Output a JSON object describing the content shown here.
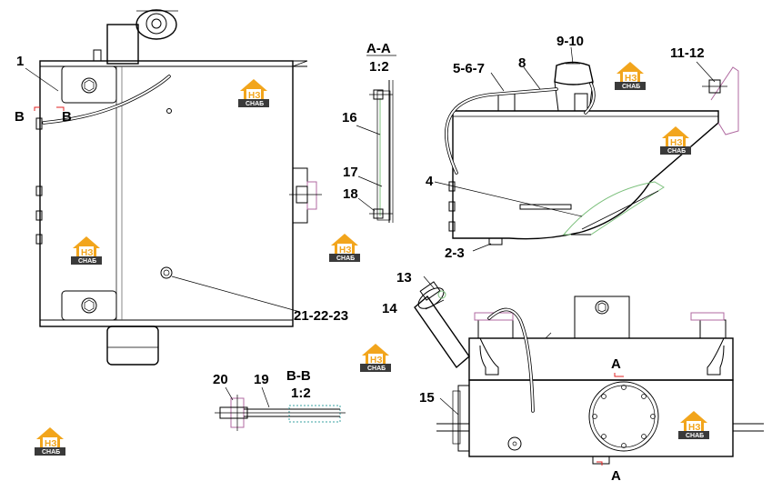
{
  "callouts": {
    "c1": "1",
    "c2_3": "2-3",
    "c4": "4",
    "c5_6_7": "5-6-7",
    "c8": "8",
    "c9_10": "9-10",
    "c11_12": "11-12",
    "c13": "13",
    "c14": "14",
    "c15": "15",
    "c16": "16",
    "c17": "17",
    "c18": "18",
    "c19": "19",
    "c20": "20",
    "c21_22_23": "21-22-23"
  },
  "section_marks": {
    "b_left": "B",
    "b_right": "B",
    "a_top": "A",
    "a_bottom": "A"
  },
  "section_views": {
    "aa_title": "A-A",
    "aa_scale": "1:2",
    "bb_title": "B-B",
    "bb_scale": "1:2"
  },
  "watermark": {
    "mark": "НЗ",
    "word": "СНАБ"
  },
  "colors": {
    "watermark_orange": "#f2a51c",
    "watermark_dark": "#3a3a3a",
    "pink_parts": "#b06aa0",
    "green_parts": "#7cc07c",
    "section_red": "#e02020"
  }
}
